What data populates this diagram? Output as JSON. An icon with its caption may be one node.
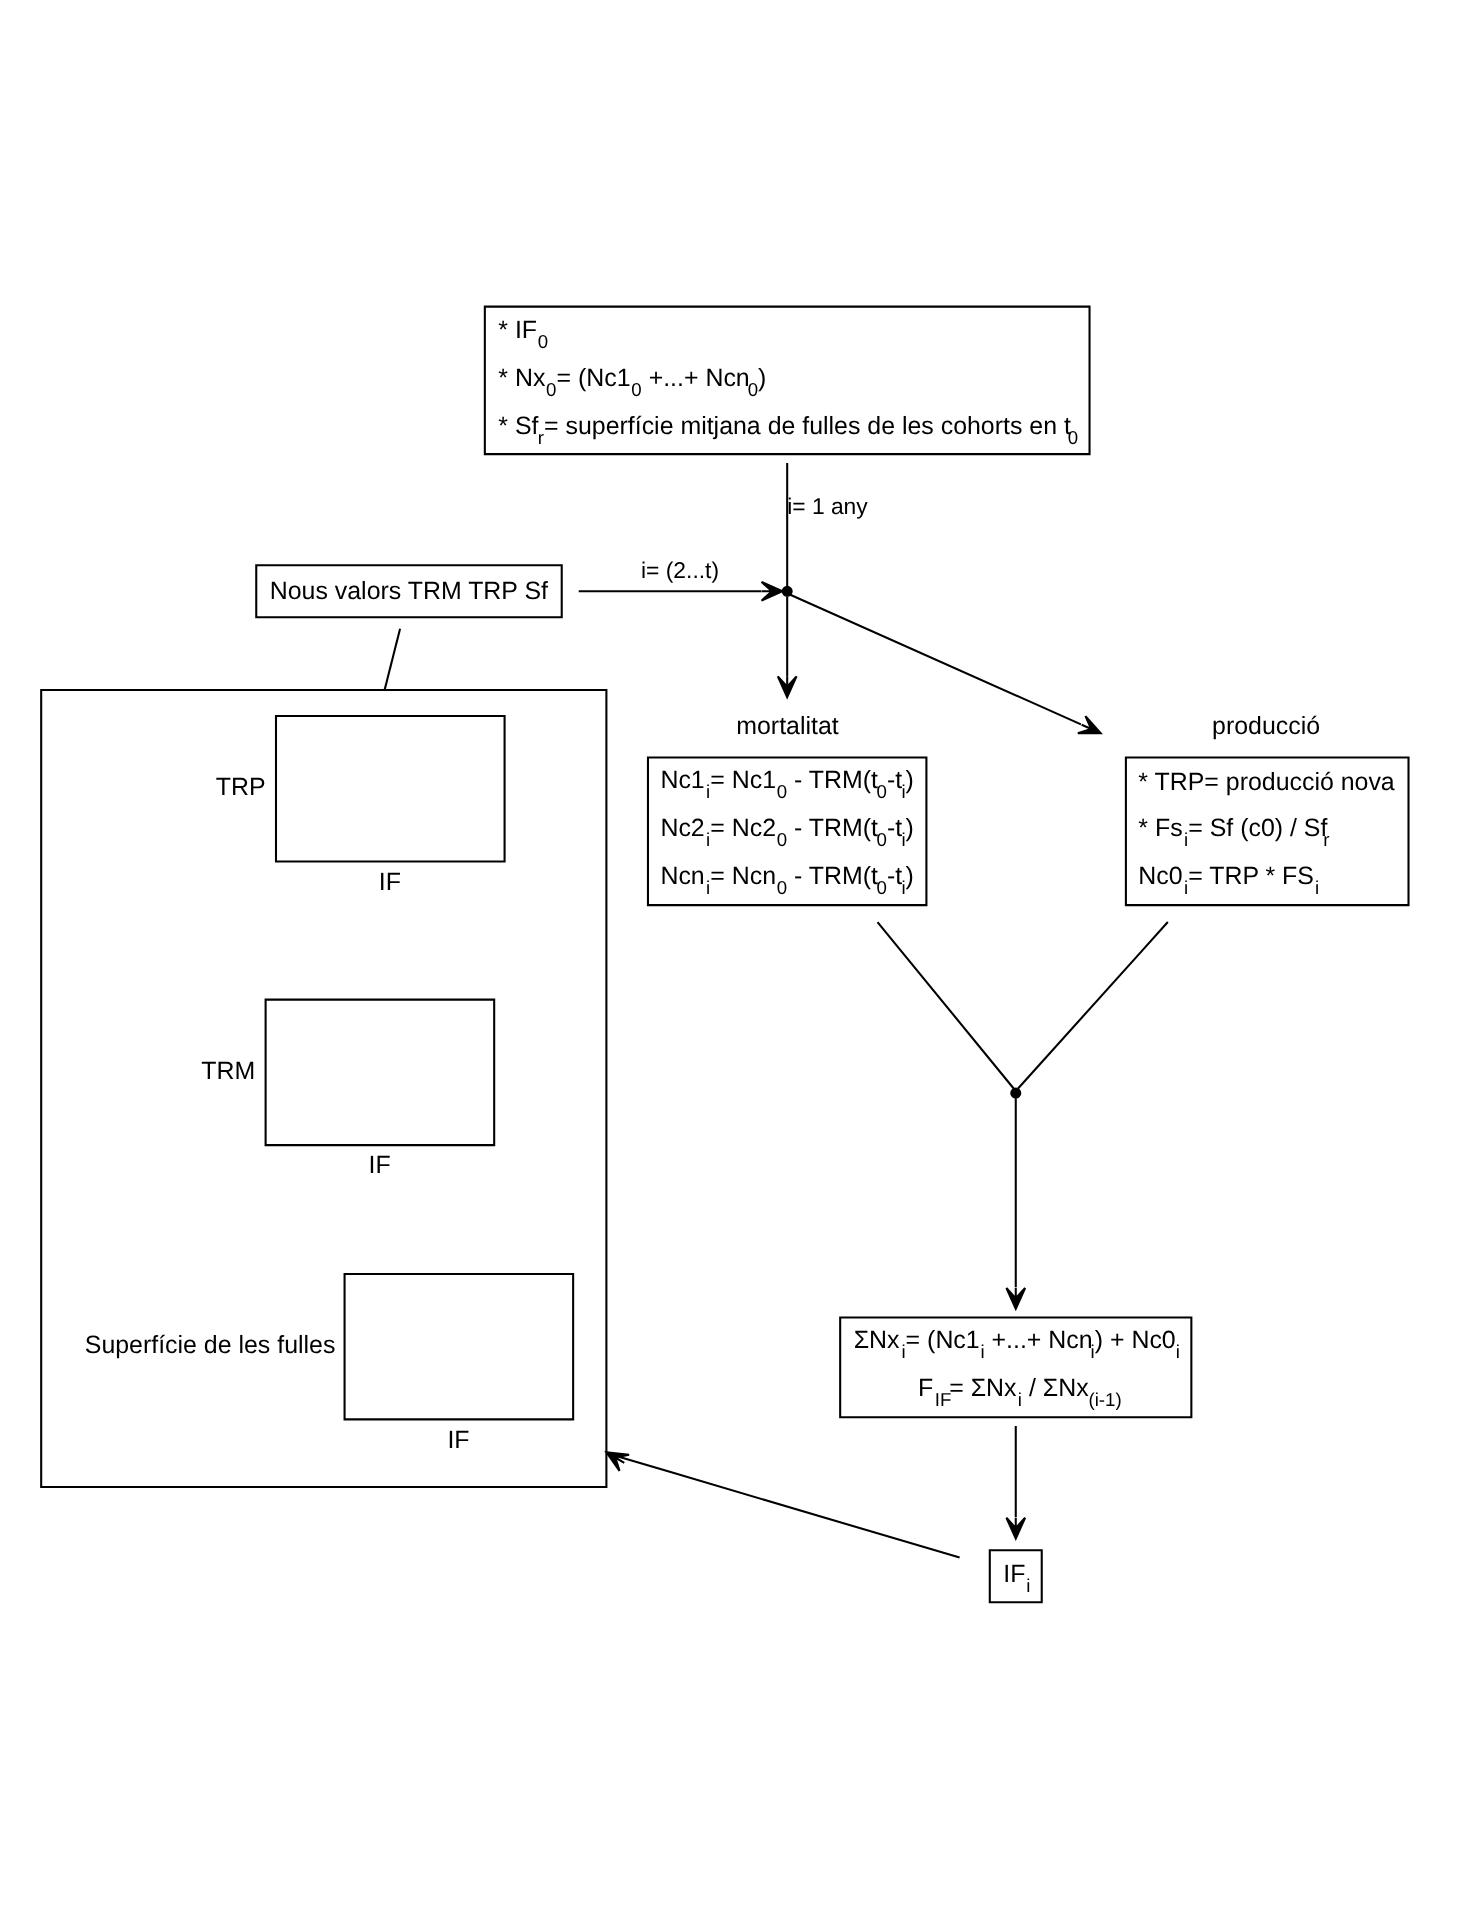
{
  "diagram": {
    "nodes": [
      {
        "text": [
          "* IF$_{0}$",
          "* Nx$_{0}$= (Nc1$_{0}$ +...+ Ncn$_{0}$)",
          "* Sf$_{r}$= superfície mitjana de fulles de les cohorts en t$_{0}$"
        ]
      },
      {
        "text": [
          "Nous valors TRM TRP Sf"
        ]
      },
      {
        "text": [],
        "shape": "point"
      },
      {
        "text": [
          "mortalitat",
          "Nc1$_{i}$= Nc1$_{0}$ - TRM(t$_{0}$-t$_{i}$)",
          "Nc2$_{i}$= Nc2$_{0}$ - TRM(t$_{0}$-t$_{i}$)",
          "Ncn$_{i}$= Ncn$_{0}$ - TRM(t$_{0}$-t$_{i}$)"
        ]
      },
      {
        "text": [
          "producció",
          "* TRP= producció nova",
          "* Fs$_{i}$= Sf (c0) / Sf$_{r}$",
          "Nc0$_{i}$= TRP * FS$_{i}$"
        ]
      },
      {
        "text": [],
        "shape": "point"
      },
      {
        "text": [
          "ΣNx$_{i}$= (Nc1$_{i}$ +...+ Ncn$_{i}$) + Nc0$_{i}$",
          "F$_{IF}$= ΣNx$_{i}$ / ΣNx$_{(i-1)}$"
        ]
      },
      {
        "text": [
          "IF$_{i}$"
        ]
      },
      {
        "text": [],
        "shape": "box"
      },
      {
        "text": [
          "TRP",
          "IF"
        ],
        "in": 8
      },
      {
        "text": [
          "TRM",
          "IF"
        ],
        "in": 8
      },
      {
        "text": [
          "Superfície de les fulles",
          "IF"
        ],
        "in": 8
      }
    ],
    "edges": [
      {
        "from": 0,
        "to": 2,
        "arrow": "none",
        "label": "i= 1 any"
      },
      {
        "from": 1,
        "to": 2,
        "arrow": "to",
        "label": "i= (2...t)"
      },
      {
        "from": 2,
        "to": 3,
        "arrow": "to"
      },
      {
        "from": 2,
        "to": 4,
        "arrow": "to"
      },
      {
        "from": 3,
        "to": 5,
        "arrow": "none"
      },
      {
        "from": 4,
        "to": 5,
        "arrow": "none"
      },
      {
        "from": 5,
        "to": 6,
        "arrow": "to"
      },
      {
        "from": 6,
        "to": 7,
        "arrow": "to"
      },
      {
        "from": 7,
        "to": 8,
        "arrow": "to"
      },
      {
        "from": 1,
        "to": 8,
        "arrow": "none"
      }
    ]
  }
}
